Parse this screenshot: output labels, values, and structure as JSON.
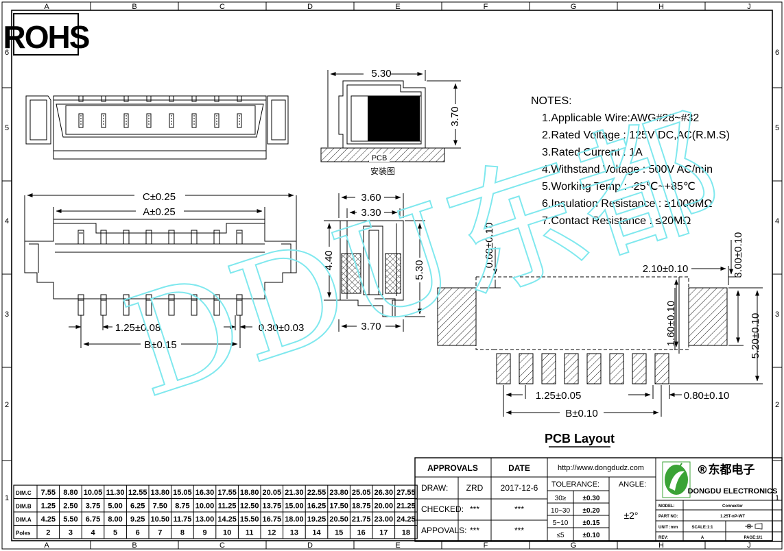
{
  "frame": {
    "cols": [
      "A",
      "B",
      "C",
      "D",
      "E",
      "F",
      "G",
      "H",
      "J"
    ],
    "rows": [
      "6",
      "5",
      "4",
      "3",
      "2",
      "1"
    ]
  },
  "rohs": "ROHS",
  "watermark": "DDU东都",
  "dims": {
    "top_width": "5.30",
    "top_height": "3.70",
    "pcb": "PCB",
    "install": "安装图",
    "side_360": "3.60",
    "side_330": "3.30",
    "side_440": "4.40",
    "side_530": "5.30",
    "side_370": "3.70",
    "c_dim": "C±0.25",
    "a_dim": "A±0.25",
    "pitch": "1.25±0.08",
    "pin_w": "0.30±0.03",
    "b_dim": "B±0.15",
    "pcb_060": "0.60±0.10",
    "pcb_210": "2.10±0.10",
    "pcb_300": "3.00±0.10",
    "pcb_160": "1.60±0.10",
    "pcb_520": "5.20±0.10",
    "pcb_pitch": "1.25±0.05",
    "pcb_080": "0.80±0.10",
    "pcb_b": "B±0.10"
  },
  "notes": {
    "title": "NOTES:",
    "items": [
      "1.Applicable Wire:AWG#28~#32",
      "2.Rated Voltage : 125V DC,AC(R.M.S)",
      "3.Rated Current : 1A",
      "4.Withstand Voltage : 500V AC/min",
      "5.Working Temp : -25℃~+85℃",
      "6.Insulation Resistance : ≥1000MΩ",
      "7.Contact Resistance : ≤20MΩ"
    ]
  },
  "pcb_layout_title": "PCB Layout",
  "dim_table": {
    "rows": [
      {
        "label": "DIM.C",
        "values": [
          "7.55",
          "8.80",
          "10.05",
          "11.30",
          "12.55",
          "13.80",
          "15.05",
          "16.30",
          "17.55",
          "18.80",
          "20.05",
          "21.30",
          "22.55",
          "23.80",
          "25.05",
          "26.30",
          "27.55"
        ]
      },
      {
        "label": "DIM.B",
        "values": [
          "1.25",
          "2.50",
          "3.75",
          "5.00",
          "6.25",
          "7.50",
          "8.75",
          "10.00",
          "11.25",
          "12.50",
          "13.75",
          "15.00",
          "16.25",
          "17.50",
          "18.75",
          "20.00",
          "21.25"
        ]
      },
      {
        "label": "DIM.A",
        "values": [
          "4.25",
          "5.50",
          "6.75",
          "8.00",
          "9.25",
          "10.50",
          "11.75",
          "13.00",
          "14.25",
          "15.50",
          "16.75",
          "18.00",
          "19.25",
          "20.50",
          "21.75",
          "23.00",
          "24.25"
        ]
      },
      {
        "label": "Poles",
        "values": [
          "2",
          "3",
          "4",
          "5",
          "6",
          "7",
          "8",
          "9",
          "10",
          "11",
          "12",
          "13",
          "14",
          "15",
          "16",
          "17",
          "18"
        ]
      }
    ]
  },
  "title_block": {
    "approvals": "APPROVALS",
    "date": "DATE",
    "url": "http://www.dongdudz.com",
    "draw": "DRAW:",
    "draw_name": "ZRD",
    "draw_date": "2017-12-6",
    "checked": "CHECKED:",
    "checked_name": "***",
    "checked_date": "***",
    "approvals_row": "APPOVALS:",
    "approvals_name": "***",
    "approvals_date": "***",
    "tolerance": "TOLERANCE:",
    "angle": "ANGLE:",
    "tol_rows": [
      {
        "range": "30≥",
        "tol": "±0.30"
      },
      {
        "range": "10~30",
        "tol": "±0.20"
      },
      {
        "range": "5~10",
        "tol": "±0.15"
      },
      {
        "range": "≤5",
        "tol": "±0.10"
      }
    ],
    "angle_value": "±2°",
    "company_cn": "®东都电子",
    "company_en": "DONGDU ELECTRONICS",
    "model_label": "MODEL:",
    "model_value": "Connector",
    "part_label": "PART NO:",
    "part_value": "1.25T-nP-WT",
    "unit_label": "UNIT :mm",
    "scale_label": "SCALE:1:1",
    "rev_label": "REV:",
    "rev_value": "A",
    "page_label": "PAGE:1/1"
  },
  "colors": {
    "line": "#000000",
    "watermark": "#7fe8ee",
    "logo_green": "#3aa335"
  }
}
